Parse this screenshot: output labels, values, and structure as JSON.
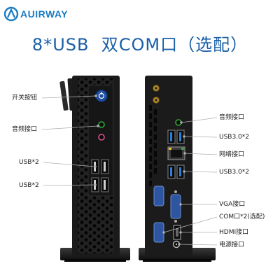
{
  "brand": {
    "name": "AUIRWAY",
    "color": "#1a7cc2"
  },
  "headline": "8*USB  双COM口（选配）",
  "left_callouts": [
    {
      "text": "开关按钮",
      "target": "power-button"
    },
    {
      "text": "音频接口",
      "target": "front-audio-ports"
    },
    {
      "text": "USB*2",
      "target": "front-usb-upper"
    },
    {
      "text": "USB*2",
      "target": "front-usb-lower"
    }
  ],
  "right_callouts": [
    {
      "text": "音频接口",
      "target": "rear-audio-port"
    },
    {
      "text": "USB3.0*2",
      "target": "rear-usb30-upper"
    },
    {
      "text": "网络接口",
      "target": "ethernet-port"
    },
    {
      "text": "USB3.0*2",
      "target": "rear-usb30-lower"
    },
    {
      "text": "VGA接口",
      "target": "vga-port"
    },
    {
      "text": "COM口*2(选配)",
      "target": "com-ports"
    },
    {
      "text": "HDMI接口",
      "target": "hdmi-port"
    },
    {
      "text": "电源接口",
      "target": "dc-power-port"
    }
  ],
  "colors": {
    "accent_blue": "#1a5fa8",
    "chassis": "#161616",
    "usb3_blue": "#2f7fd6",
    "audio_green": "#2faa3a",
    "audio_pink": "#d4528f",
    "vga_blue": "#2d55a0"
  }
}
